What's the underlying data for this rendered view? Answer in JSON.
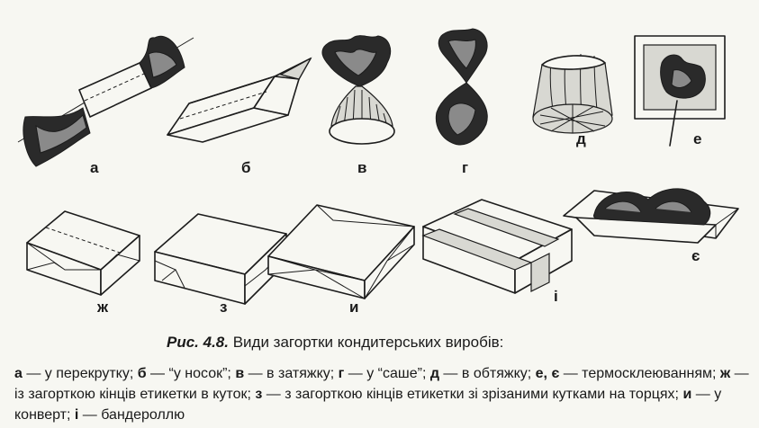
{
  "figure": {
    "labels": {
      "a": "а",
      "b": "б",
      "v": "в",
      "g": "г",
      "d": "д",
      "e": "е",
      "ye": "є",
      "zh": "ж",
      "z": "з",
      "y": "и",
      "i": "і"
    }
  },
  "caption": {
    "label": "Рис. 4.8.",
    "text": " Види загортки кондитерських виробів:"
  },
  "legend": [
    {
      "key": "а",
      "text": " — у перекрутку; "
    },
    {
      "key": "б",
      "text": " — “у носок”; "
    },
    {
      "key": "в",
      "text": " — в затяжку; "
    },
    {
      "key": "г",
      "text": " — у “саше”; "
    },
    {
      "key": "д",
      "text": " — в обтяжку; "
    },
    {
      "key": "е, є",
      "text": " — термосклеюванням; "
    },
    {
      "key": "ж",
      "text": " — із загорткою кінців етикетки в куток; "
    },
    {
      "key": "з",
      "text": " — з загорткою кінців етикетки зі зрізаними кутками на торцях; "
    },
    {
      "key": "и",
      "text": " — у конверт; "
    },
    {
      "key": "і",
      "text": " — бандероллю"
    }
  ]
}
